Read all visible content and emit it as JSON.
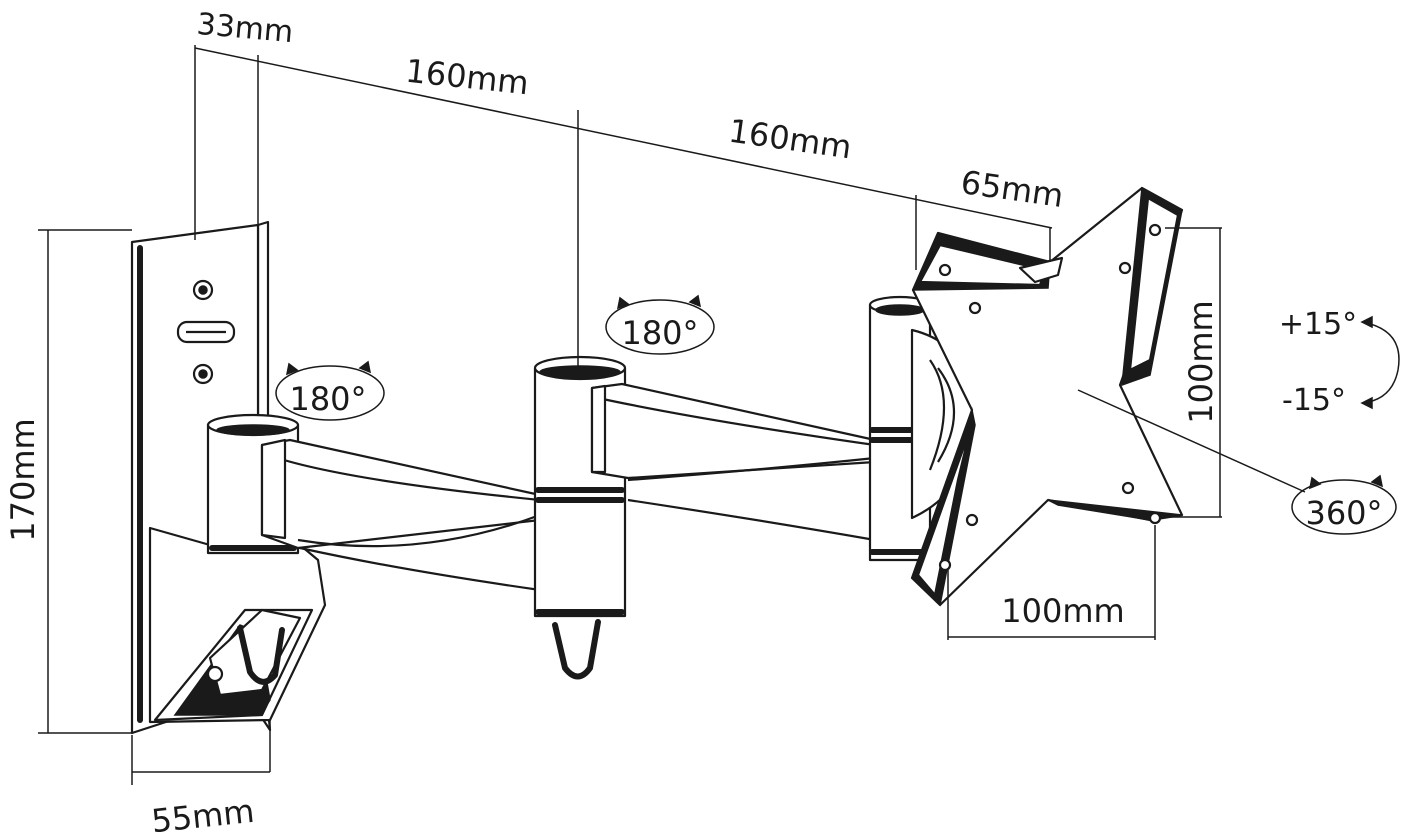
{
  "dimensions": {
    "wall_plate_depth": "33mm",
    "arm_length_1": "160mm",
    "arm_length_2": "160mm",
    "head_offset": "65mm",
    "wall_plate_height": "170mm",
    "wall_plate_width": "55mm",
    "vesa_vertical": "100mm",
    "vesa_horizontal": "100mm"
  },
  "rotations": {
    "wall_swivel": "180°",
    "elbow_swivel": "180°",
    "head_rotation": "360°",
    "tilt_up": "+15°",
    "tilt_down": "-15°"
  },
  "colors": {
    "line": "#1a1a1a",
    "background": "#ffffff"
  }
}
